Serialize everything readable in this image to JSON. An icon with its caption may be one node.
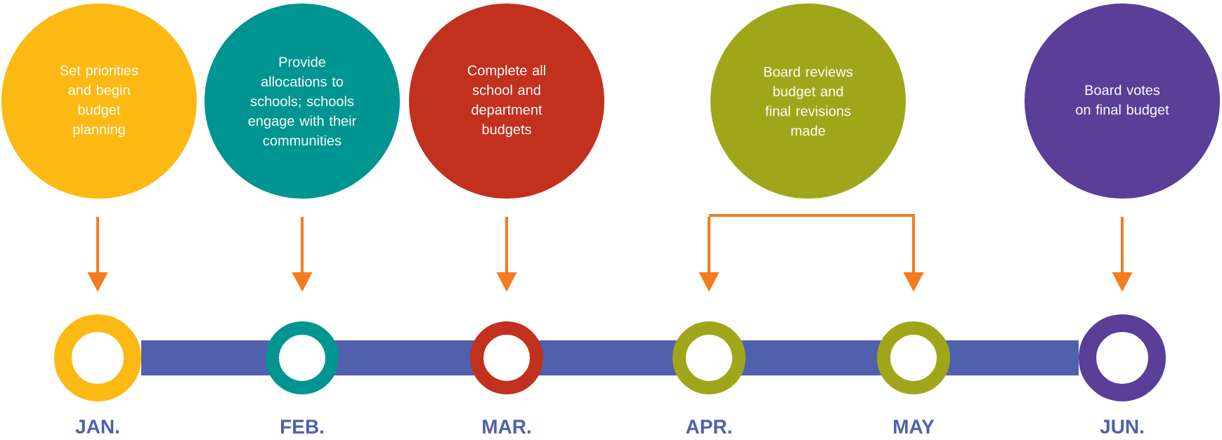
{
  "diagram": {
    "nodes": [
      {
        "text": [
          "Set priorities and begin budget planning"
        ]
      },
      {
        "text": [
          "Provide allocations to schools; schools engage with their communities"
        ]
      },
      {
        "text": [
          "Complete all school and department budgets"
        ]
      },
      {
        "text": [
          "Board reviews budget and final revisions made"
        ]
      },
      {
        "text": [
          "Board votes on final budget"
        ]
      },
      {
        "text": [],
        "shape": "circle",
        "beside": [
          "JAN."
        ]
      },
      {
        "text": [],
        "shape": "circle",
        "beside": [
          "FEB."
        ]
      },
      {
        "text": [],
        "shape": "circle",
        "beside": [
          "MAR."
        ]
      },
      {
        "text": [],
        "shape": "circle",
        "beside": [
          "APR."
        ]
      },
      {
        "text": [],
        "shape": "circle",
        "beside": [
          "MAY"
        ]
      },
      {
        "text": [],
        "shape": "circle",
        "beside": [
          "JUN."
        ]
      },
      {
        "text": [],
        "shape": "bar"
      }
    ],
    "edges": [
      {
        "from": 0,
        "to": 5,
        "arrow": "to"
      },
      {
        "from": 1,
        "to": 6,
        "arrow": "to"
      },
      {
        "from": 2,
        "to": 7,
        "arrow": "to"
      },
      {
        "from": 3,
        "to": 8,
        "arrow": "to"
      },
      {
        "from": 3,
        "to": 9,
        "arrow": "to"
      },
      {
        "from": 4,
        "to": 10,
        "arrow": "to"
      }
    ]
  }
}
